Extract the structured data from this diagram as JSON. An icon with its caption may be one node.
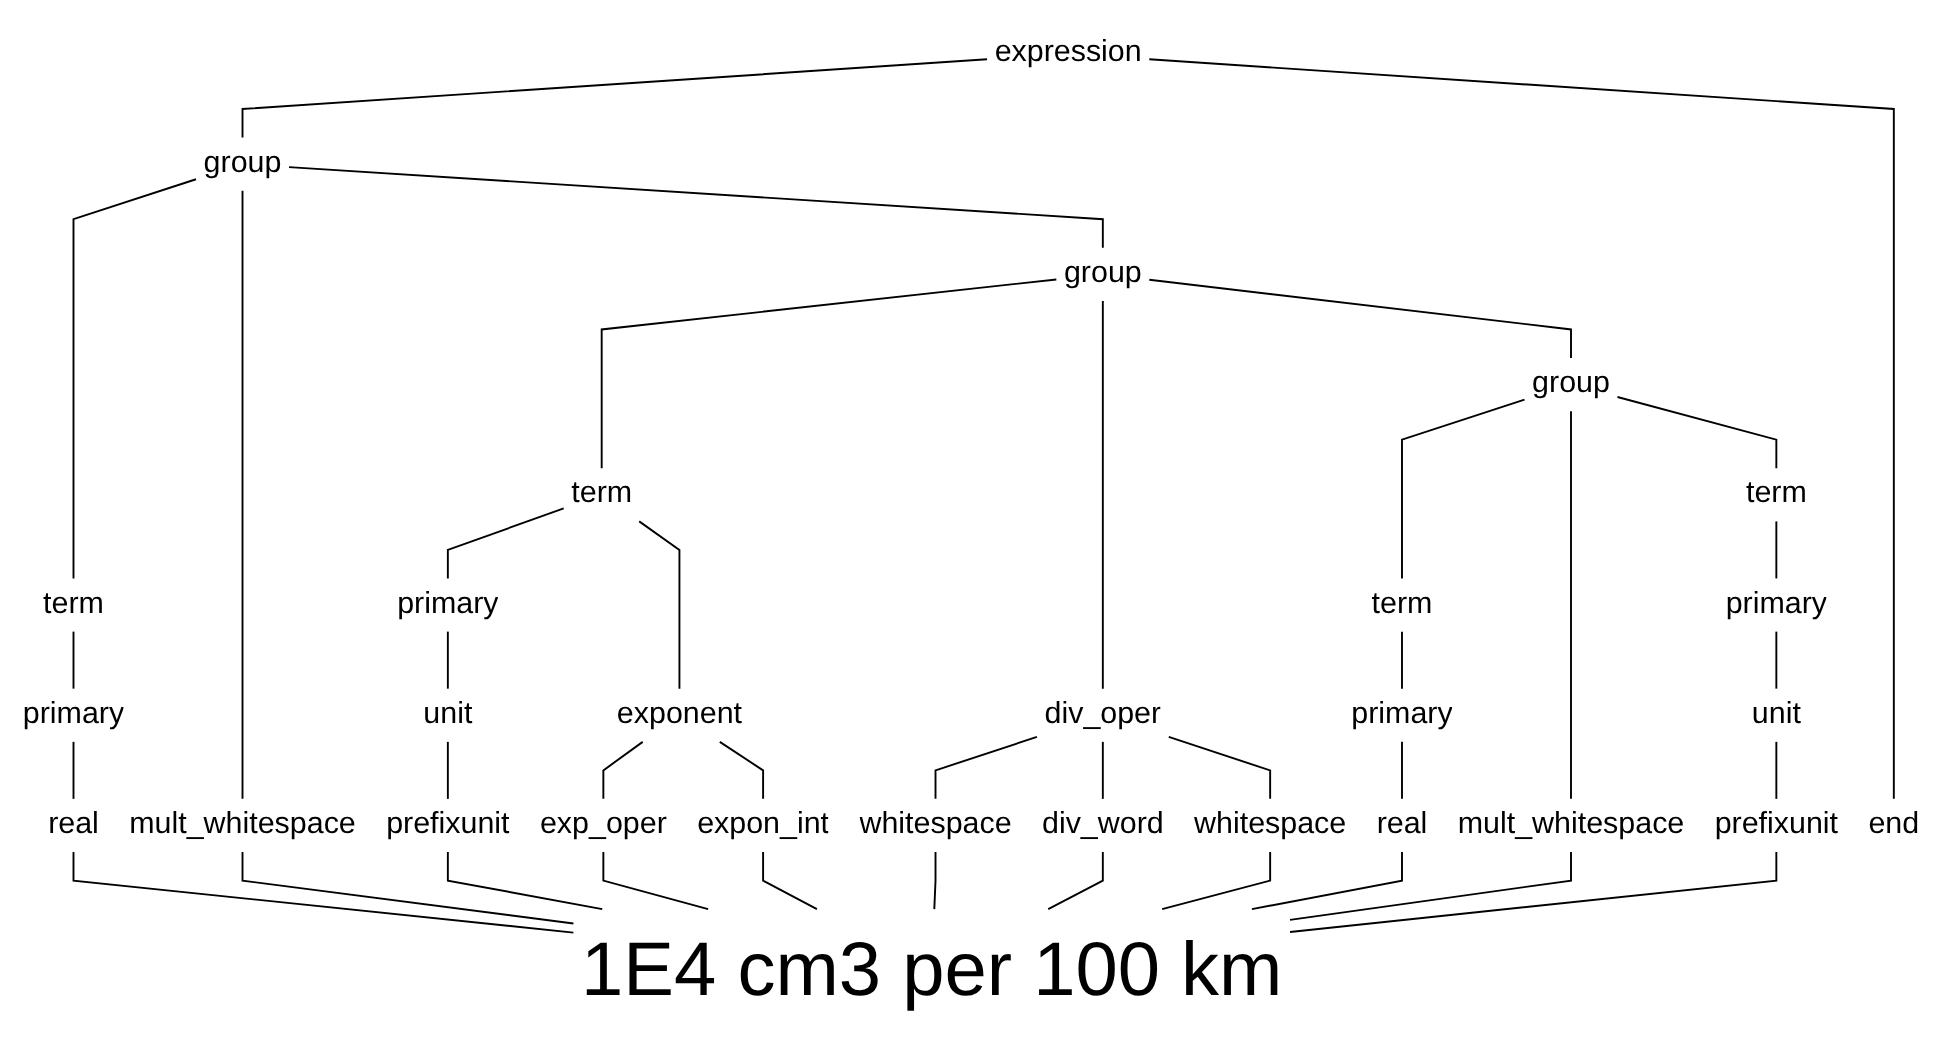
{
  "diagram": {
    "nodes": [
      {
        "text": [
          "expression"
        ]
      },
      {
        "text": [
          "group"
        ]
      },
      {
        "text": [
          "term"
        ]
      },
      {
        "text": [
          "primary"
        ]
      },
      {
        "text": [
          "real"
        ]
      },
      {
        "text": [
          "mult_whitespace"
        ]
      },
      {
        "text": [
          "group"
        ]
      },
      {
        "text": [
          "term"
        ]
      },
      {
        "text": [
          "primary"
        ]
      },
      {
        "text": [
          "unit"
        ]
      },
      {
        "text": [
          "prefixunit"
        ]
      },
      {
        "text": [
          "exponent"
        ]
      },
      {
        "text": [
          "exp_oper"
        ]
      },
      {
        "text": [
          "expon_int"
        ]
      },
      {
        "text": [
          "div_oper"
        ]
      },
      {
        "text": [
          "whitespace"
        ]
      },
      {
        "text": [
          "div_word"
        ]
      },
      {
        "text": [
          "whitespace"
        ]
      },
      {
        "text": [
          "group"
        ]
      },
      {
        "text": [
          "term"
        ]
      },
      {
        "text": [
          "primary"
        ]
      },
      {
        "text": [
          "real"
        ]
      },
      {
        "text": [
          "mult_whitespace"
        ]
      },
      {
        "text": [
          "term"
        ]
      },
      {
        "text": [
          "primary"
        ]
      },
      {
        "text": [
          "unit"
        ]
      },
      {
        "text": [
          "prefixunit"
        ]
      },
      {
        "text": [
          "end"
        ]
      },
      {
        "text": [
          "1E4 cm3 per 100 km"
        ]
      }
    ],
    "edges": [
      {
        "from": 0,
        "to": 1,
        "arrow": "none"
      },
      {
        "from": 0,
        "to": 27,
        "arrow": "none"
      },
      {
        "from": 1,
        "to": 2,
        "arrow": "none"
      },
      {
        "from": 1,
        "to": 5,
        "arrow": "none"
      },
      {
        "from": 1,
        "to": 6,
        "arrow": "none"
      },
      {
        "from": 2,
        "to": 3,
        "arrow": "none"
      },
      {
        "from": 3,
        "to": 4,
        "arrow": "none"
      },
      {
        "from": 6,
        "to": 7,
        "arrow": "none"
      },
      {
        "from": 6,
        "to": 14,
        "arrow": "none"
      },
      {
        "from": 6,
        "to": 18,
        "arrow": "none"
      },
      {
        "from": 7,
        "to": 8,
        "arrow": "none"
      },
      {
        "from": 7,
        "to": 11,
        "arrow": "none"
      },
      {
        "from": 8,
        "to": 9,
        "arrow": "none"
      },
      {
        "from": 9,
        "to": 10,
        "arrow": "none"
      },
      {
        "from": 11,
        "to": 12,
        "arrow": "none"
      },
      {
        "from": 11,
        "to": 13,
        "arrow": "none"
      },
      {
        "from": 14,
        "to": 15,
        "arrow": "none"
      },
      {
        "from": 14,
        "to": 16,
        "arrow": "none"
      },
      {
        "from": 14,
        "to": 17,
        "arrow": "none"
      },
      {
        "from": 18,
        "to": 19,
        "arrow": "none"
      },
      {
        "from": 18,
        "to": 22,
        "arrow": "none"
      },
      {
        "from": 18,
        "to": 23,
        "arrow": "none"
      },
      {
        "from": 19,
        "to": 20,
        "arrow": "none"
      },
      {
        "from": 20,
        "to": 21,
        "arrow": "none"
      },
      {
        "from": 23,
        "to": 24,
        "arrow": "none"
      },
      {
        "from": 24,
        "to": 25,
        "arrow": "none"
      },
      {
        "from": 25,
        "to": 26,
        "arrow": "none"
      },
      {
        "from": 4,
        "to": 28,
        "arrow": "none"
      },
      {
        "from": 5,
        "to": 28,
        "arrow": "none"
      },
      {
        "from": 10,
        "to": 28,
        "arrow": "none"
      },
      {
        "from": 12,
        "to": 28,
        "arrow": "none"
      },
      {
        "from": 13,
        "to": 28,
        "arrow": "none"
      },
      {
        "from": 15,
        "to": 28,
        "arrow": "none"
      },
      {
        "from": 16,
        "to": 28,
        "arrow": "none"
      },
      {
        "from": 17,
        "to": 28,
        "arrow": "none"
      },
      {
        "from": 21,
        "to": 28,
        "arrow": "none"
      },
      {
        "from": 22,
        "to": 28,
        "arrow": "none"
      },
      {
        "from": 26,
        "to": 28,
        "arrow": "none"
      }
    ]
  }
}
